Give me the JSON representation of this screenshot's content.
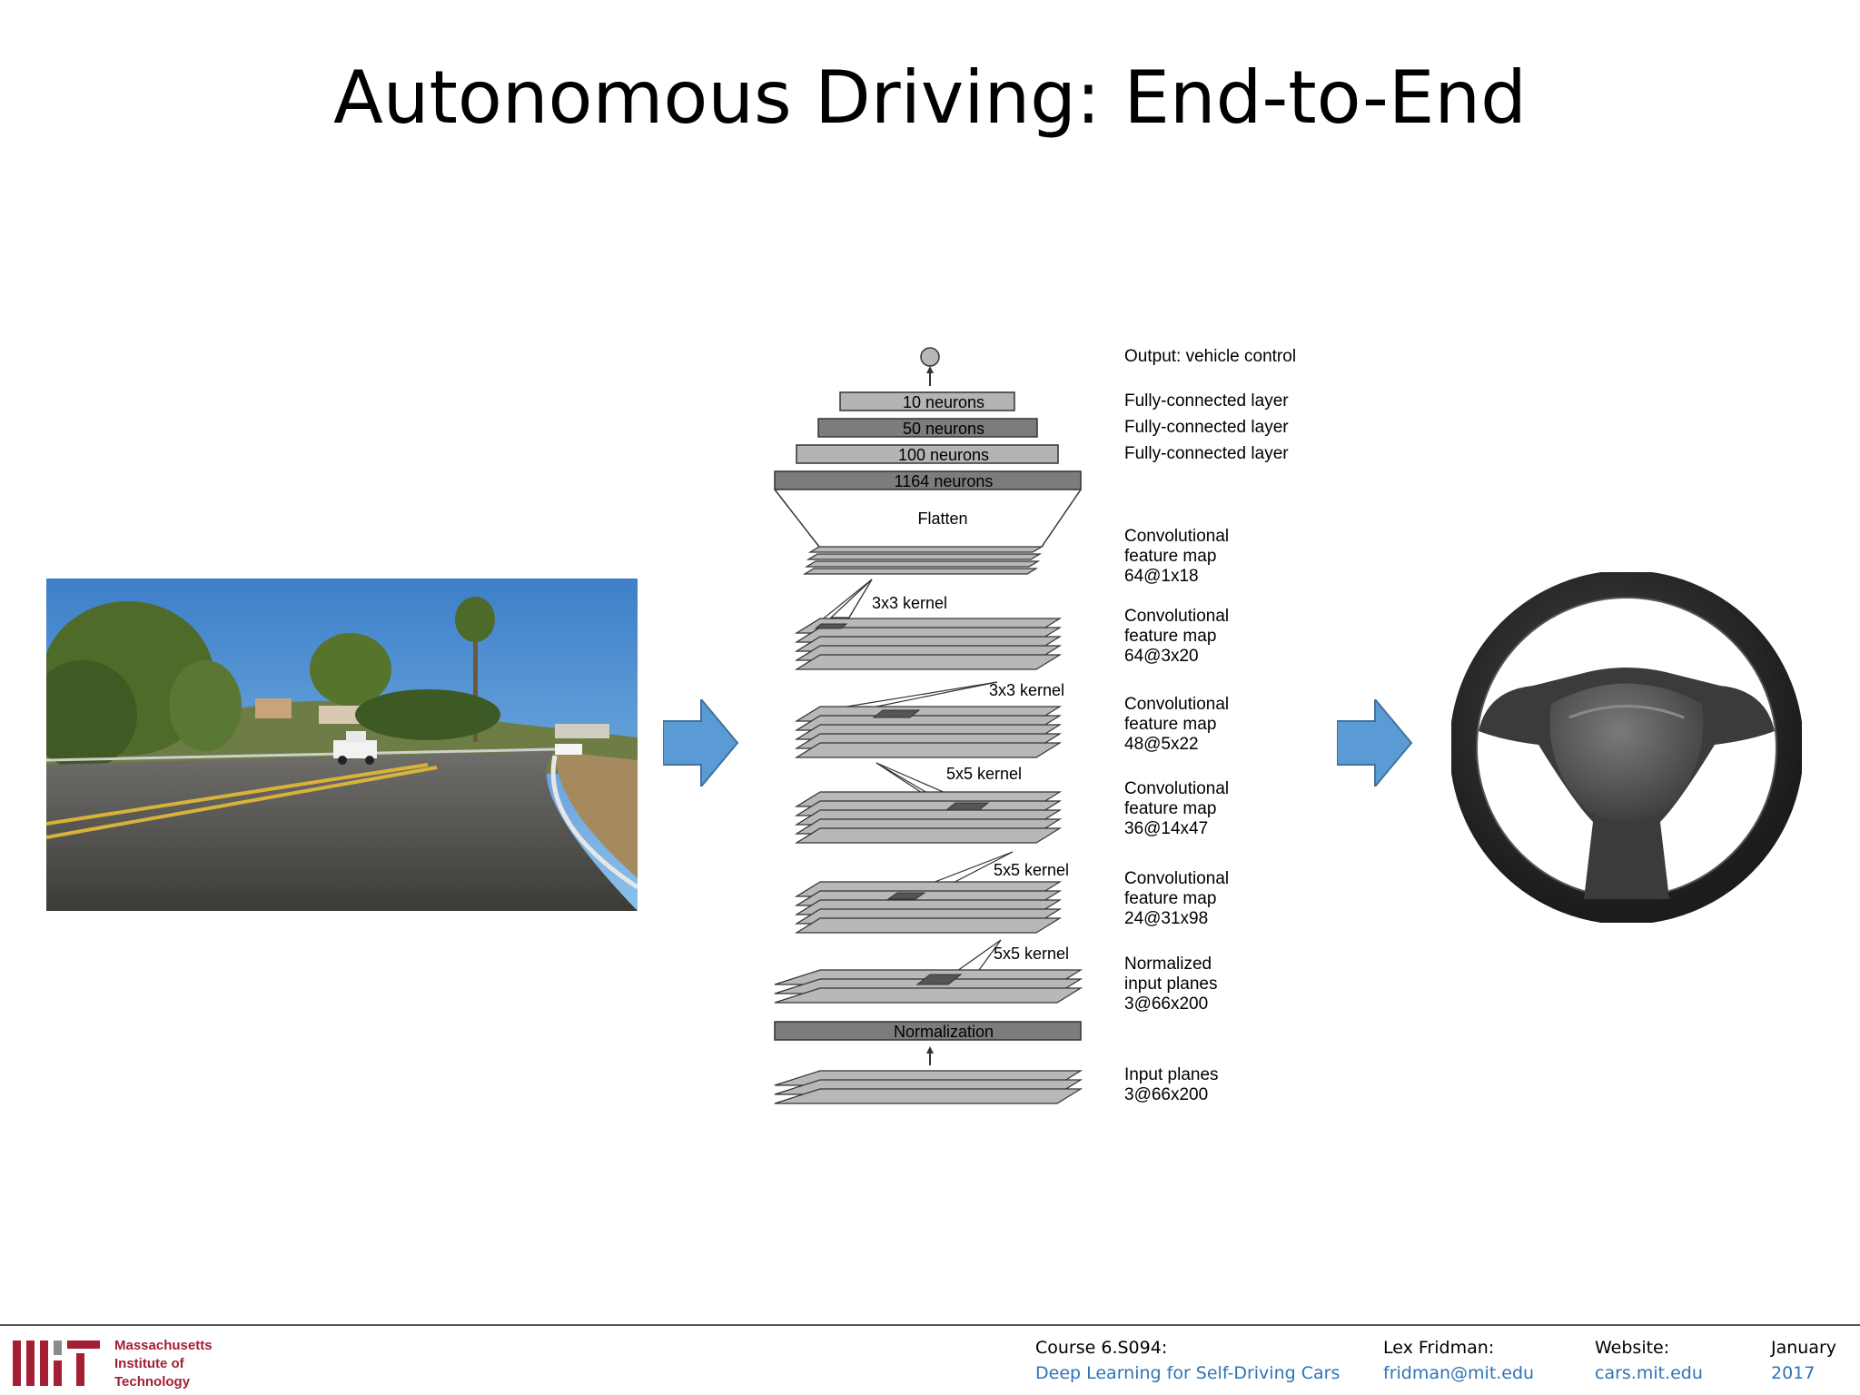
{
  "slide": {
    "title": "Autonomous Driving: End-to-End"
  },
  "diagram": {
    "labels": {
      "output": "Output: vehicle control",
      "fc": "Fully-connected layer",
      "conv": "Convolutional",
      "feature_map": "feature map",
      "normalized": "Normalized",
      "input_planes": "input planes",
      "input_planes_cap": "Input planes"
    },
    "dense_layers": [
      {
        "label": "10 neurons",
        "shade": "#b4b4b4"
      },
      {
        "label": "50 neurons",
        "shade": "#7c7c7c"
      },
      {
        "label": "100 neurons",
        "shade": "#b4b4b4"
      },
      {
        "label": "1164 neurons",
        "shade": "#7c7c7c"
      }
    ],
    "flatten_label": "Flatten",
    "normalization_label": "Normalization",
    "kernels": [
      "3x3 kernel",
      "3x3 kernel",
      "5x5 kernel",
      "5x5 kernel",
      "5x5 kernel"
    ],
    "feature_dims": [
      "64@1x18",
      "64@3x20",
      "48@5x22",
      "36@14x47",
      "24@31x98"
    ],
    "input_dims": [
      "3@66x200",
      "3@66x200"
    ]
  },
  "footer": {
    "mit": [
      "Massachusetts",
      "Institute of",
      "Technology"
    ],
    "course_label": "Course 6.S094:",
    "course_value": "Deep Learning for Self-Driving Cars",
    "author_label": "Lex Fridman:",
    "author_value": "fridman@mit.edu",
    "website_label": "Website:",
    "website_value": "cars.mit.edu",
    "date_label": "January",
    "date_value": "2017"
  },
  "colors": {
    "arrow": "#5b9bd5",
    "mit_red": "#a31f34",
    "link_blue": "#2e74b5"
  },
  "icons": {
    "input": "road-scene-photo",
    "output": "steering-wheel-icon"
  }
}
